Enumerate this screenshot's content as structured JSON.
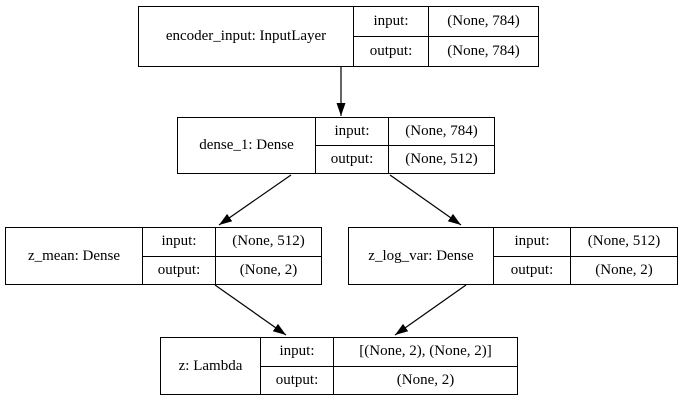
{
  "diagram": {
    "kind": "keras-model-graph",
    "labels": {
      "input": "input:",
      "output": "output:"
    },
    "nodes": [
      {
        "id": "encoder_input",
        "label": "encoder_input: InputLayer",
        "input_shape": "(None, 784)",
        "output_shape": "(None, 784)"
      },
      {
        "id": "dense_1",
        "label": "dense_1: Dense",
        "input_shape": "(None, 784)",
        "output_shape": "(None, 512)"
      },
      {
        "id": "z_mean",
        "label": "z_mean: Dense",
        "input_shape": "(None, 512)",
        "output_shape": "(None, 2)"
      },
      {
        "id": "z_log_var",
        "label": "z_log_var: Dense",
        "input_shape": "(None, 512)",
        "output_shape": "(None, 2)"
      },
      {
        "id": "z",
        "label": "z: Lambda",
        "input_shape": "[(None, 2), (None, 2)]",
        "output_shape": "(None, 2)"
      }
    ],
    "edges": [
      {
        "from": "encoder_input",
        "to": "dense_1"
      },
      {
        "from": "dense_1",
        "to": "z_mean"
      },
      {
        "from": "dense_1",
        "to": "z_log_var"
      },
      {
        "from": "z_mean",
        "to": "z"
      },
      {
        "from": "z_log_var",
        "to": "z"
      }
    ],
    "colors": {
      "stroke": "#000000",
      "background": "#ffffff"
    }
  }
}
